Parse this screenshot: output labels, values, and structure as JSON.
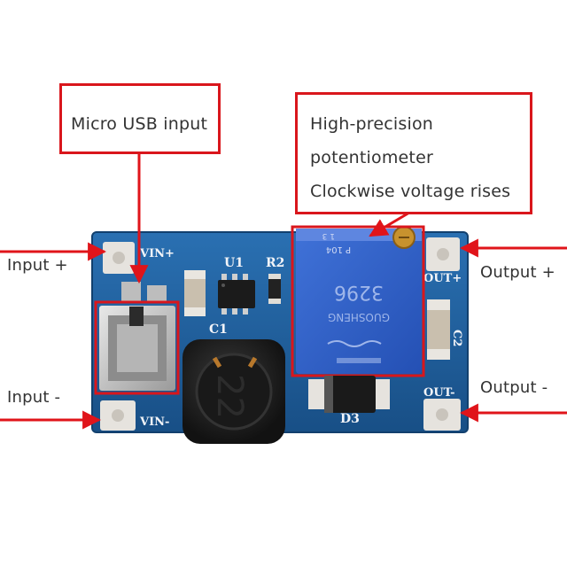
{
  "callouts": {
    "usb": {
      "text": "Micro USB input"
    },
    "potentiometer": {
      "line1": "High-precision",
      "line2": "potentiometer",
      "line3": "Clockwise voltage rises"
    }
  },
  "side_labels": {
    "input_plus": "Input +",
    "input_minus": "Input  -",
    "output_plus": "Output +",
    "output_minus": "Output -"
  },
  "silkscreen": {
    "vin_plus": "VIN+",
    "vin_minus": "VIN-",
    "out_plus": "OUT+",
    "out_minus": "OUT-",
    "u1": "U1",
    "r2": "R2",
    "c1": "C1",
    "c2": "C2",
    "d3": "D3"
  },
  "potentiometer_markings": {
    "code_top": "P 104",
    "code_small": "1 3",
    "model": "3296",
    "brand": "GUOSHENG"
  },
  "inductor_marking": "22",
  "colors": {
    "callout_border": "#d9161c",
    "arrow": "#e0141a",
    "pcb": "#1f5f9c",
    "pot_body": "#2f5fc8"
  }
}
